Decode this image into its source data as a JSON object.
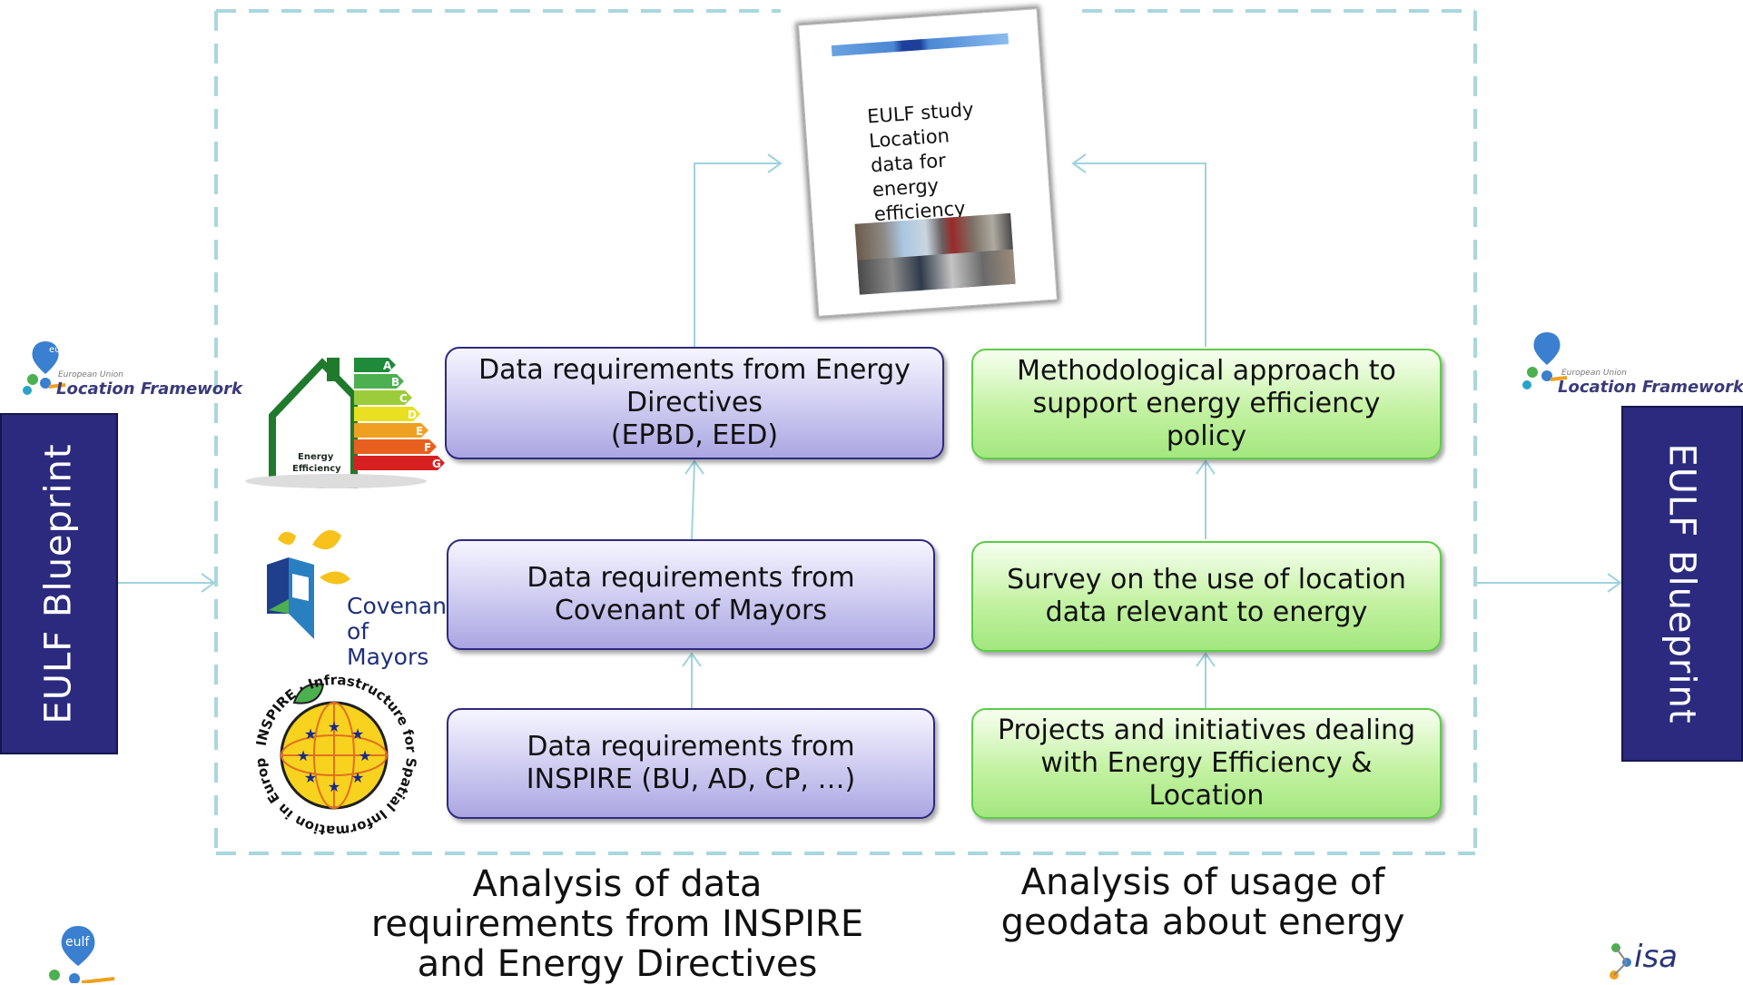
{
  "blueprint": {
    "left_label": "EULF Blueprint",
    "right_label": "EULF Blueprint"
  },
  "logos": {
    "eulf_badge": "eulf",
    "eulf_sub": "European Union",
    "eulf_name": "Location Framework",
    "energy_label_letters": [
      "A",
      "B",
      "C",
      "D",
      "E",
      "F",
      "G"
    ],
    "energy_label_text": "Energy Efficiency",
    "covenant_text": "Covenant\nof Mayors",
    "inspire_text": "INSPIRE · Infrastructure for Spatial Information in Europe",
    "isa_text": "isa"
  },
  "report": {
    "text": "EULF study\nLocation\ndata for\nenergy\nefficiency"
  },
  "left_column": {
    "box_top": "Data requirements from Energy\nDirectives\n(EPBD, EED)",
    "box_middle": "Data requirements from\nCovenant of Mayors",
    "box_bottom": "Data requirements from\nINSPIRE (BU, AD, CP, …)",
    "caption": "Analysis of data\nrequirements from INSPIRE\nand Energy Directives"
  },
  "right_column": {
    "box_top": "Methodological approach to\nsupport energy efficiency\npolicy",
    "box_middle": "Survey on the use of location\ndata relevant to energy",
    "box_bottom": "Projects and initiatives dealing\nwith Energy Efficiency &\nLocation",
    "caption": "Analysis of usage of\ngeodata about energy"
  },
  "colors": {
    "frame_dash": "#a9d7de",
    "connector": "#9fd3dd",
    "blueprint_bg": "#2b2a7f",
    "purple_border": "#2d2a80",
    "green_border": "#5ccd48"
  }
}
